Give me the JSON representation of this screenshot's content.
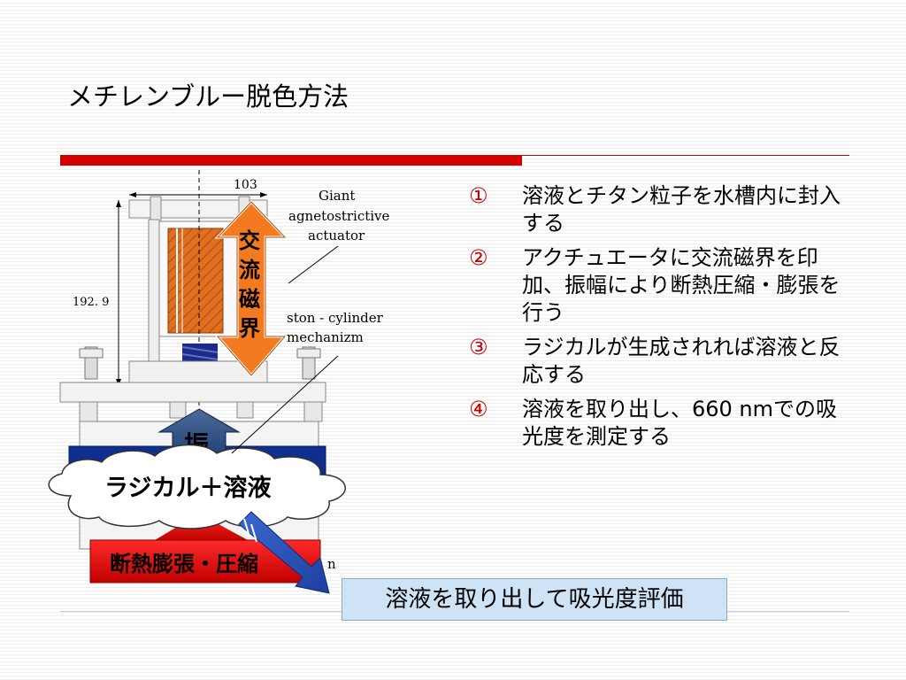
{
  "slide": {
    "title": "メチレンブルー脱色方法"
  },
  "diagram": {
    "dim_width": "103",
    "dim_height": "192. 9",
    "label_actuator_1": "Giant",
    "label_actuator_2": "agnetostrictive",
    "label_actuator_3": "actuator",
    "label_piston_1": "ston - cylinder",
    "label_piston_2": "mechanizm",
    "label_partial": "n",
    "arrow_magnetic_chars": [
      "交",
      "流",
      "磁",
      "界"
    ],
    "arrow_vibration_char": "振",
    "cloud_text": "ラジカル＋溶液",
    "red_box_text": "断熱膨張・圧縮",
    "bubble_text": "○°",
    "eval_text": "溶液を取り出して吸光度評価"
  },
  "steps": [
    {
      "num": "①",
      "text": "溶液とチタン粒子を水槽内に封入する"
    },
    {
      "num": "②",
      "text": "アクチュエータに交流磁界を印加、振幅により断熱圧縮・膨張を行う"
    },
    {
      "num": "③",
      "text": "ラジカルが生成されれば溶液と反応する"
    },
    {
      "num": "④",
      "text": "溶液を取り出し、660 nmでの吸光度を測定する"
    }
  ]
}
